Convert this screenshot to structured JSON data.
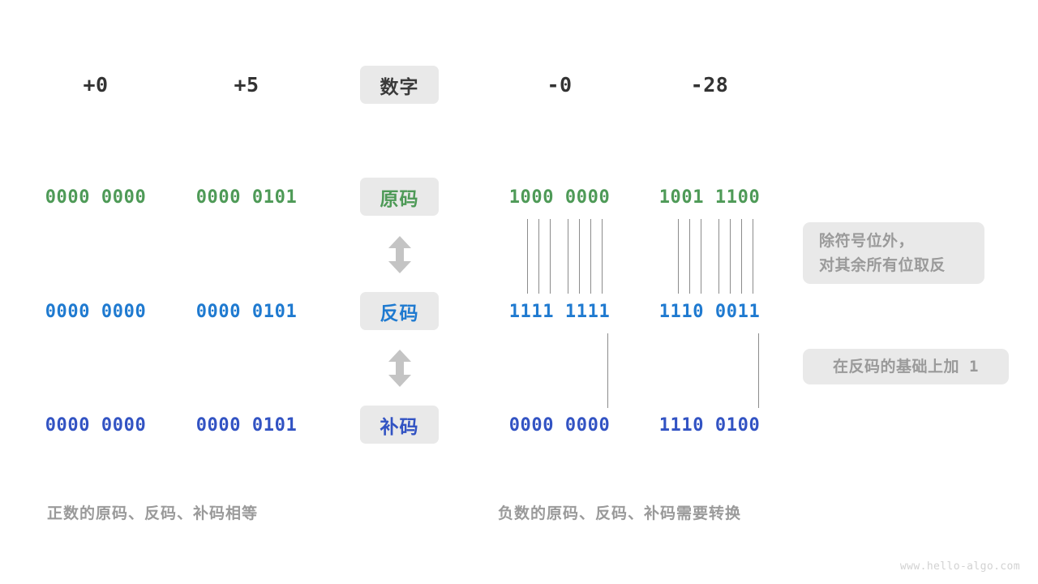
{
  "figure": {
    "title_watermark": "www.hello-algo.com",
    "colors": {
      "green": "#4e9a57",
      "blue": "#1f7ad0",
      "indigo": "#3253c3",
      "pill_bg": "#e9e9e9",
      "note_text": "#9a9a9a",
      "connector": "#8c8c8c",
      "arrow": "#c4c4c4",
      "header_text": "#333333",
      "background": "#ffffff"
    }
  },
  "row_labels": [
    {
      "key": "number",
      "text": "数字",
      "color_name": "dark"
    },
    {
      "key": "sign_mag",
      "text": "原码",
      "color_name": "green"
    },
    {
      "key": "ones_comp",
      "text": "反码",
      "color_name": "blue"
    },
    {
      "key": "twos_comp",
      "text": "补码",
      "color_name": "indigo"
    }
  ],
  "columns": {
    "headers": [
      "+0",
      "+5",
      "-0",
      "-28"
    ]
  },
  "values": {
    "sign_magnitude": {
      "plus_zero": "0000 0000",
      "plus_five": "0000 0101",
      "minus_zero": "1000 0000",
      "minus_28": "1001 1100"
    },
    "ones_complement": {
      "plus_zero": "0000 0000",
      "plus_five": "0000 0101",
      "minus_zero": "1111 1111",
      "minus_28": "1110 0011"
    },
    "twos_complement": {
      "plus_zero": "0000 0000",
      "plus_five": "0000 0101",
      "minus_zero": "0000 0000",
      "minus_28": "1110 0100"
    }
  },
  "notes": {
    "invert": {
      "line1": "除符号位外，",
      "line2": "对其余所有位取反"
    },
    "add_one": {
      "prefix": "在反码的基础上加",
      "value": "1"
    }
  },
  "captions": {
    "left": "正数的原码、反码、补码相等",
    "right": "负数的原码、反码、补码需要转换"
  },
  "arrows": {
    "icon_name": "double-headed-vertical-arrow",
    "count": 2
  }
}
